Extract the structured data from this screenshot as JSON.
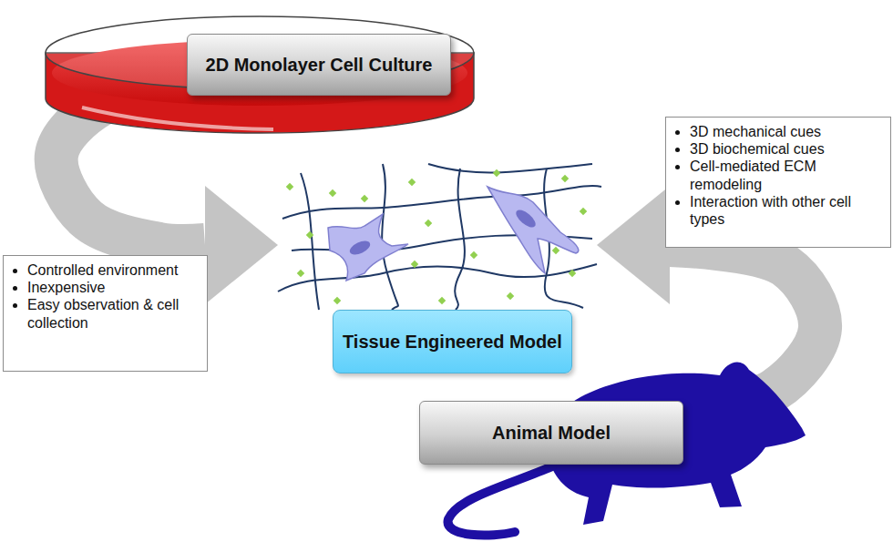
{
  "diagram": {
    "nodes": [
      {
        "text": [
          "2D Monolayer Cell Culture"
        ]
      },
      {
        "text": [
          "3D mechanical cues",
          "3D biochemical cues",
          "Cell-mediated ECM remodeling",
          "Interaction with other cell types"
        ]
      },
      {
        "text": [
          "Controlled environment",
          "Inexpensive",
          "Easy observation & cell collection"
        ]
      },
      {
        "text": [
          "Tissue Engineered Model"
        ]
      },
      {
        "text": [
          "Animal Model"
        ]
      }
    ],
    "edges": [
      {
        "from": 0,
        "to": 3,
        "arrow": "to"
      },
      {
        "from": 4,
        "to": 3,
        "arrow": "to"
      }
    ]
  }
}
